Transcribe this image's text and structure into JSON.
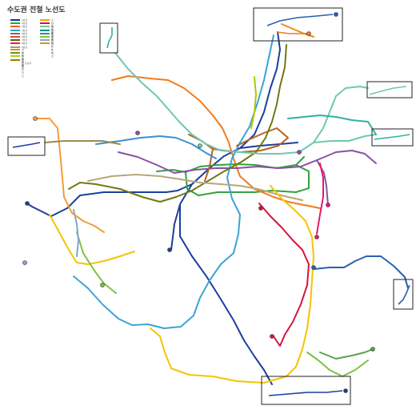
{
  "map_title": "수도권 전철 노선도",
  "map_subtitle": "",
  "legend": {
    "col1": [
      {
        "label": "1호선",
        "color": "#0d3692"
      },
      {
        "label": "2호선",
        "color": "#33a23d"
      },
      {
        "label": "3호선",
        "color": "#fe5b10"
      },
      {
        "label": "4호선",
        "color": "#32a1c8"
      },
      {
        "label": "5호선",
        "color": "#8b50a4"
      },
      {
        "label": "6호선",
        "color": "#c55c1d"
      },
      {
        "label": "7호선",
        "color": "#54640d"
      },
      {
        "label": "8호선",
        "color": "#f51361"
      },
      {
        "label": "9호선",
        "color": "#aa9872"
      }
    ],
    "col2": [
      {
        "label": "수인분당선",
        "color": "#f5a200"
      },
      {
        "label": "신분당선",
        "color": "#d31145"
      },
      {
        "label": "경의중앙선",
        "color": "#77c4a3"
      },
      {
        "label": "경춘선",
        "color": "#0c8e72"
      },
      {
        "label": "공항철도",
        "color": "#0090d2"
      },
      {
        "label": "서해선",
        "color": "#8fc31f"
      },
      {
        "label": "인천1호선",
        "color": "#7ca8d5"
      },
      {
        "label": "인천2호선",
        "color": "#ed8b00"
      }
    ],
    "col3": [
      {
        "label": "의정부경전철",
        "color": "#fd8100"
      },
      {
        "label": "용인경전철",
        "color": "#509f22"
      },
      {
        "label": "우이신설선",
        "color": "#b0ce18"
      },
      {
        "label": "김포골드라인",
        "color": "#a17800"
      }
    ],
    "note": "환승역"
  },
  "lines": [
    {
      "id": "line-1",
      "color": "#1c3f9b"
    },
    {
      "id": "line-2",
      "color": "#33a23d"
    },
    {
      "id": "line-3",
      "color": "#ef7c1c"
    },
    {
      "id": "line-4",
      "color": "#3aa4d6"
    },
    {
      "id": "line-5",
      "color": "#8b50a4"
    },
    {
      "id": "line-6",
      "color": "#b5651d"
    },
    {
      "id": "line-7",
      "color": "#6e7a12"
    },
    {
      "id": "line-8",
      "color": "#e6186c"
    },
    {
      "id": "line-9",
      "color": "#b8a67a"
    },
    {
      "id": "suin-bundang",
      "color": "#f5c400"
    },
    {
      "id": "sinbundang",
      "color": "#d4163a"
    },
    {
      "id": "gyeongui-jungang",
      "color": "#6fc8b0"
    },
    {
      "id": "gyeongchun",
      "color": "#2db39e"
    },
    {
      "id": "airport",
      "color": "#3c8fd0"
    },
    {
      "id": "seohae",
      "color": "#7cc142"
    },
    {
      "id": "incheon-1",
      "color": "#7ca8d5"
    },
    {
      "id": "incheon-2",
      "color": "#f39c3a"
    },
    {
      "id": "gyeonggang",
      "color": "#2a5fb0"
    },
    {
      "id": "ui-sinseol",
      "color": "#b7c400"
    },
    {
      "id": "gimpo-gold",
      "color": "#9c8c4a"
    },
    {
      "id": "everline",
      "color": "#57a34a"
    },
    {
      "id": "uijeongbu",
      "color": "#e8901a"
    }
  ],
  "insets": [
    {
      "id": "inset-top-center"
    },
    {
      "id": "inset-top-left"
    },
    {
      "id": "inset-right-upper"
    },
    {
      "id": "inset-right-mid"
    },
    {
      "id": "inset-left"
    },
    {
      "id": "inset-right-lower"
    },
    {
      "id": "inset-bottom"
    }
  ]
}
